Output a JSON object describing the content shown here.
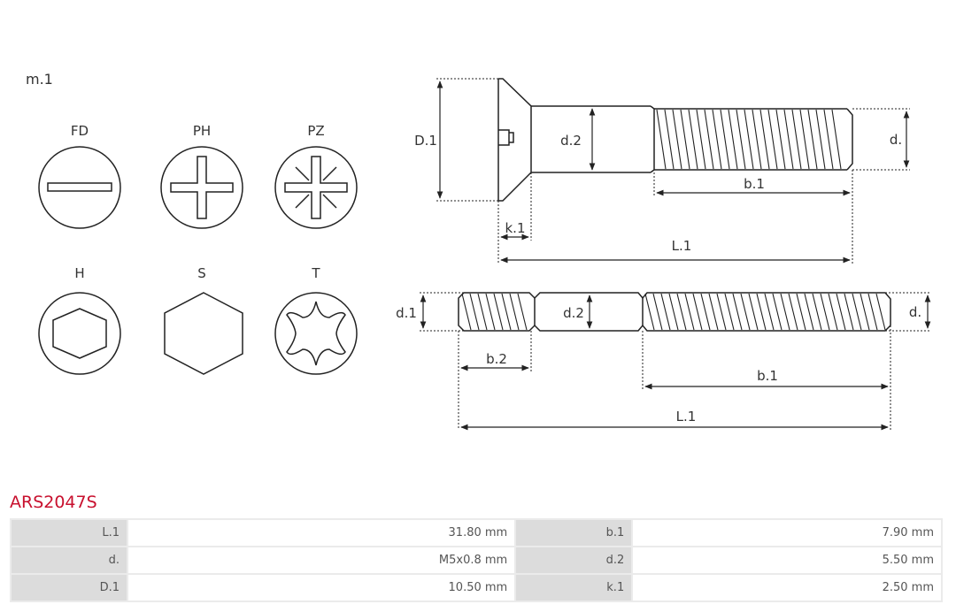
{
  "diagram": {
    "model_label": "m.1",
    "head_types": [
      {
        "code": "FD",
        "icon": "slotted-drive-icon"
      },
      {
        "code": "PH",
        "icon": "phillips-drive-icon"
      },
      {
        "code": "PZ",
        "icon": "pozidriv-drive-icon"
      },
      {
        "code": "H",
        "icon": "hex-socket-drive-icon"
      },
      {
        "code": "S",
        "icon": "hex-head-icon"
      },
      {
        "code": "T",
        "icon": "torx-drive-icon"
      }
    ],
    "screw": {
      "D1": "D.1",
      "d2": "d.2",
      "d": "d.",
      "b1": "b.1",
      "k1": "k.1",
      "L1": "L.1"
    },
    "stud": {
      "d1": "d.1",
      "d2": "d.2",
      "d": "d.",
      "b2": "b.2",
      "b1": "b.1",
      "L1": "L.1"
    }
  },
  "part_number": "ARS2047S",
  "specs": [
    [
      {
        "key": "L.1",
        "value": "31.80 mm"
      },
      {
        "key": "b.1",
        "value": "7.90 mm"
      }
    ],
    [
      {
        "key": "d.",
        "value": "M5x0.8 mm"
      },
      {
        "key": "d.2",
        "value": "5.50 mm"
      }
    ],
    [
      {
        "key": "D.1",
        "value": "10.50 mm"
      },
      {
        "key": "k.1",
        "value": "2.50 mm"
      }
    ]
  ]
}
